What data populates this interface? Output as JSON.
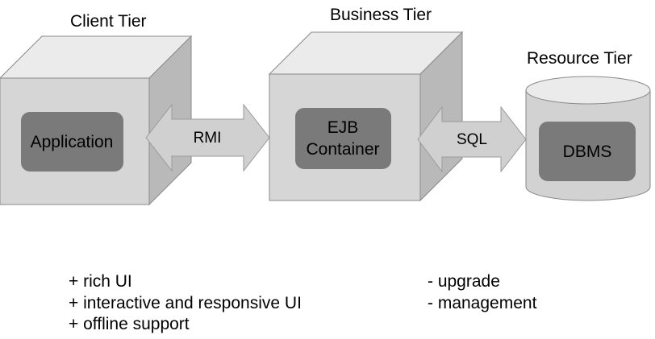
{
  "tiers": {
    "client": {
      "title": "Client Tier",
      "component": "Application"
    },
    "business": {
      "title": "Business Tier",
      "component_line1": "EJB",
      "component_line2": "Container"
    },
    "resource": {
      "title": "Resource Tier",
      "component": "DBMS"
    }
  },
  "connectors": {
    "client_business": "RMI",
    "business_resource": "SQL"
  },
  "notes": {
    "pros": [
      "+ rich UI",
      "+ interactive and responsive UI",
      "+ offline support"
    ],
    "cons": [
      "- upgrade",
      "- management"
    ]
  },
  "colors": {
    "cube_front": "#d6d6d6",
    "cube_top": "#ebebeb",
    "cube_side": "#b9b9b9",
    "component_box": "#7a7a7a",
    "arrow_fill": "#d0d0d0",
    "outline": "#7f7f7f"
  }
}
